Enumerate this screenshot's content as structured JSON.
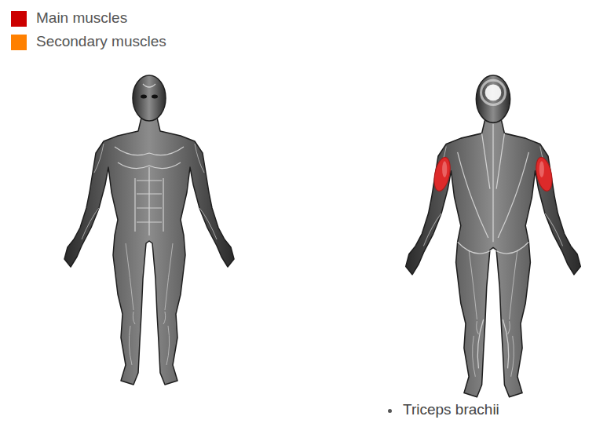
{
  "diagram": {
    "labels": [
      "Triceps brachii"
    ],
    "legend": [
      {
        "text": "Main muscles",
        "color": "#cc0000"
      },
      {
        "text": "Secondary muscles",
        "color": "#ff8000"
      }
    ]
  }
}
